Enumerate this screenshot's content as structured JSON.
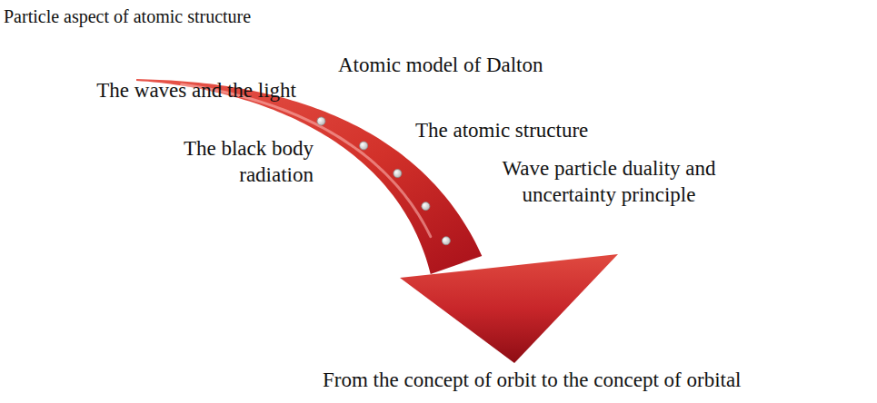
{
  "diagram": {
    "labels": [
      "Particle aspect of atomic structure",
      "Atomic model of Dalton",
      "The waves and the light",
      "The atomic structure",
      "The black body radiation",
      "Wave particle duality and uncertainty principle",
      "From the concept of orbit to the concept of orbital"
    ]
  }
}
